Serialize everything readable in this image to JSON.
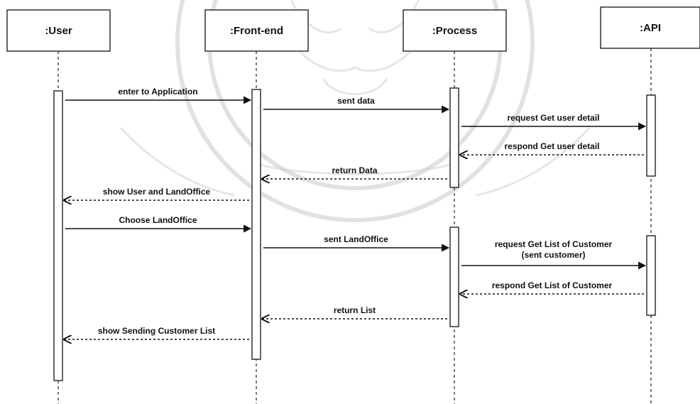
{
  "diagram": {
    "type": "sequence",
    "participants": [
      {
        "id": "user",
        "label": ":User"
      },
      {
        "id": "frontend",
        "label": ":Front-end"
      },
      {
        "id": "process",
        "label": ":Process"
      },
      {
        "id": "api",
        "label": ":API"
      }
    ],
    "messages": [
      {
        "from": "user",
        "to": "frontend",
        "label": "enter to Application",
        "style": "solid"
      },
      {
        "from": "frontend",
        "to": "process",
        "label": "sent data",
        "style": "solid"
      },
      {
        "from": "process",
        "to": "api",
        "label": "request Get user detail",
        "style": "solid"
      },
      {
        "from": "api",
        "to": "process",
        "label": "respond Get user detail",
        "style": "dashed"
      },
      {
        "from": "process",
        "to": "frontend",
        "label": "return Data",
        "style": "dashed"
      },
      {
        "from": "frontend",
        "to": "user",
        "label": "show User and LandOffice",
        "style": "dashed"
      },
      {
        "from": "user",
        "to": "frontend",
        "label": "Choose LandOffice",
        "style": "solid"
      },
      {
        "from": "frontend",
        "to": "process",
        "label": "sent LandOffice",
        "style": "solid"
      },
      {
        "from": "process",
        "to": "api",
        "label": "request Get List of Customer",
        "label2": "(sent customer)",
        "style": "solid"
      },
      {
        "from": "api",
        "to": "process",
        "label": "respond Get List of Customer",
        "style": "dashed"
      },
      {
        "from": "process",
        "to": "frontend",
        "label": "return List",
        "style": "dashed"
      },
      {
        "from": "frontend",
        "to": "user",
        "label": "show Sending Customer List",
        "style": "dashed"
      }
    ]
  },
  "colors": {
    "line": "#111111",
    "watermark": "#c9c9c9"
  }
}
